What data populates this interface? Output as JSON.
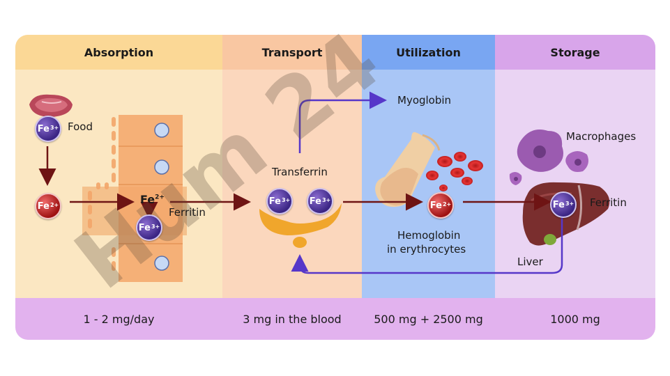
{
  "columns": [
    {
      "header": "Absorption",
      "footer": "1 - 2 mg/day",
      "color": "#fbd896",
      "body_color": "#fbe7c2"
    },
    {
      "header": "Transport",
      "footer": "3 mg in the blood",
      "color": "#f9c7a2",
      "body_color": "#fbd7bd"
    },
    {
      "header": "Utilization",
      "footer": "500 mg + 2500 mg",
      "color": "#79a6f2",
      "body_color": "#a9c6f6"
    },
    {
      "header": "Storage",
      "footer": "1000 mg",
      "color": "#d8a5ea",
      "body_color": "#ead4f3"
    }
  ],
  "footer_band_color": "#e2b2ee",
  "labels": {
    "food": "Food",
    "ferritin_gut": "Ferritin",
    "transferrin": "Transferrin",
    "myoglobin": "Myoglobin",
    "hemoglobin_line1": "Hemoglobin",
    "hemoglobin_line2": "in erythrocytes",
    "macrophages": "Macrophages",
    "ferritin_liver": "Ferritin",
    "liver": "Liver"
  },
  "ions": {
    "fe3": "Fe",
    "fe3_charge": "3+",
    "fe2": "Fe",
    "fe2_charge": "2+"
  },
  "watermark": "Hum 24",
  "arrow_colors": {
    "dark_red": "#6e1414",
    "blue": "#5637c9"
  }
}
